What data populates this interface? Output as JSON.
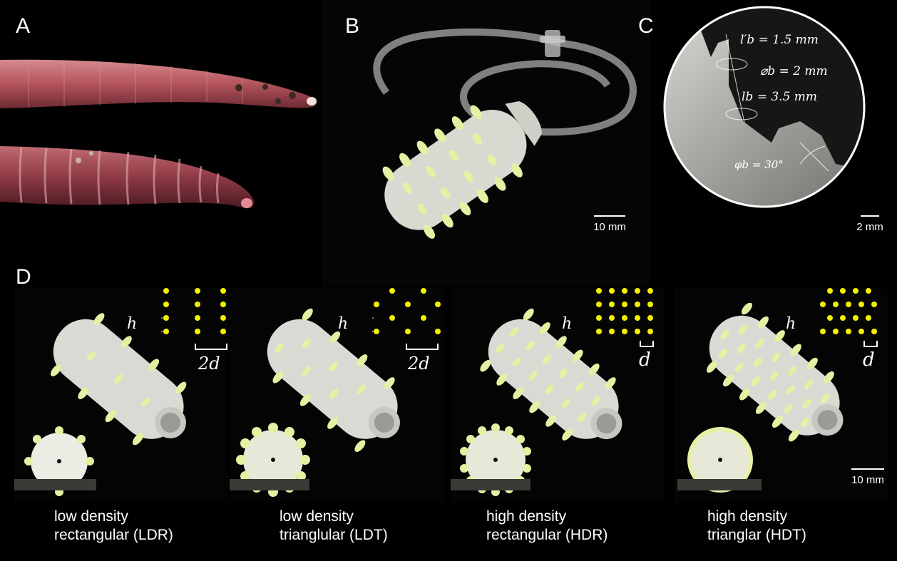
{
  "panels": {
    "A": {
      "letter": "A"
    },
    "B": {
      "letter": "B",
      "scale_label": "10 mm"
    },
    "C": {
      "letter": "C",
      "scale_label": "2 mm",
      "annotations": {
        "lb_prime": "l′b = 1.5 mm",
        "diameter": "⌀b = 2 mm",
        "lb": "lb = 3.5 mm",
        "phi": "φb = 30°"
      }
    },
    "D": {
      "letter": "D",
      "scale_label": "10 mm",
      "h_label": "h",
      "variants": [
        {
          "caption_line1": "low density",
          "caption_line2": "rectangular (LDR)",
          "spacing_label": "2d"
        },
        {
          "caption_line1": "low density",
          "caption_line2": "trianglular (LDT)",
          "spacing_label": "2d"
        },
        {
          "caption_line1": "high density",
          "caption_line2": "rectangular (HDR)",
          "spacing_label": "d"
        },
        {
          "caption_line1": "high density",
          "caption_line2": "trianglar (HDT)",
          "spacing_label": "d"
        }
      ]
    }
  },
  "colors": {
    "background": "#000000",
    "worm": "#b5555f",
    "silicone": "#dcdcd6",
    "bristle": "#e8f0a0",
    "dot": "#f2f200"
  }
}
